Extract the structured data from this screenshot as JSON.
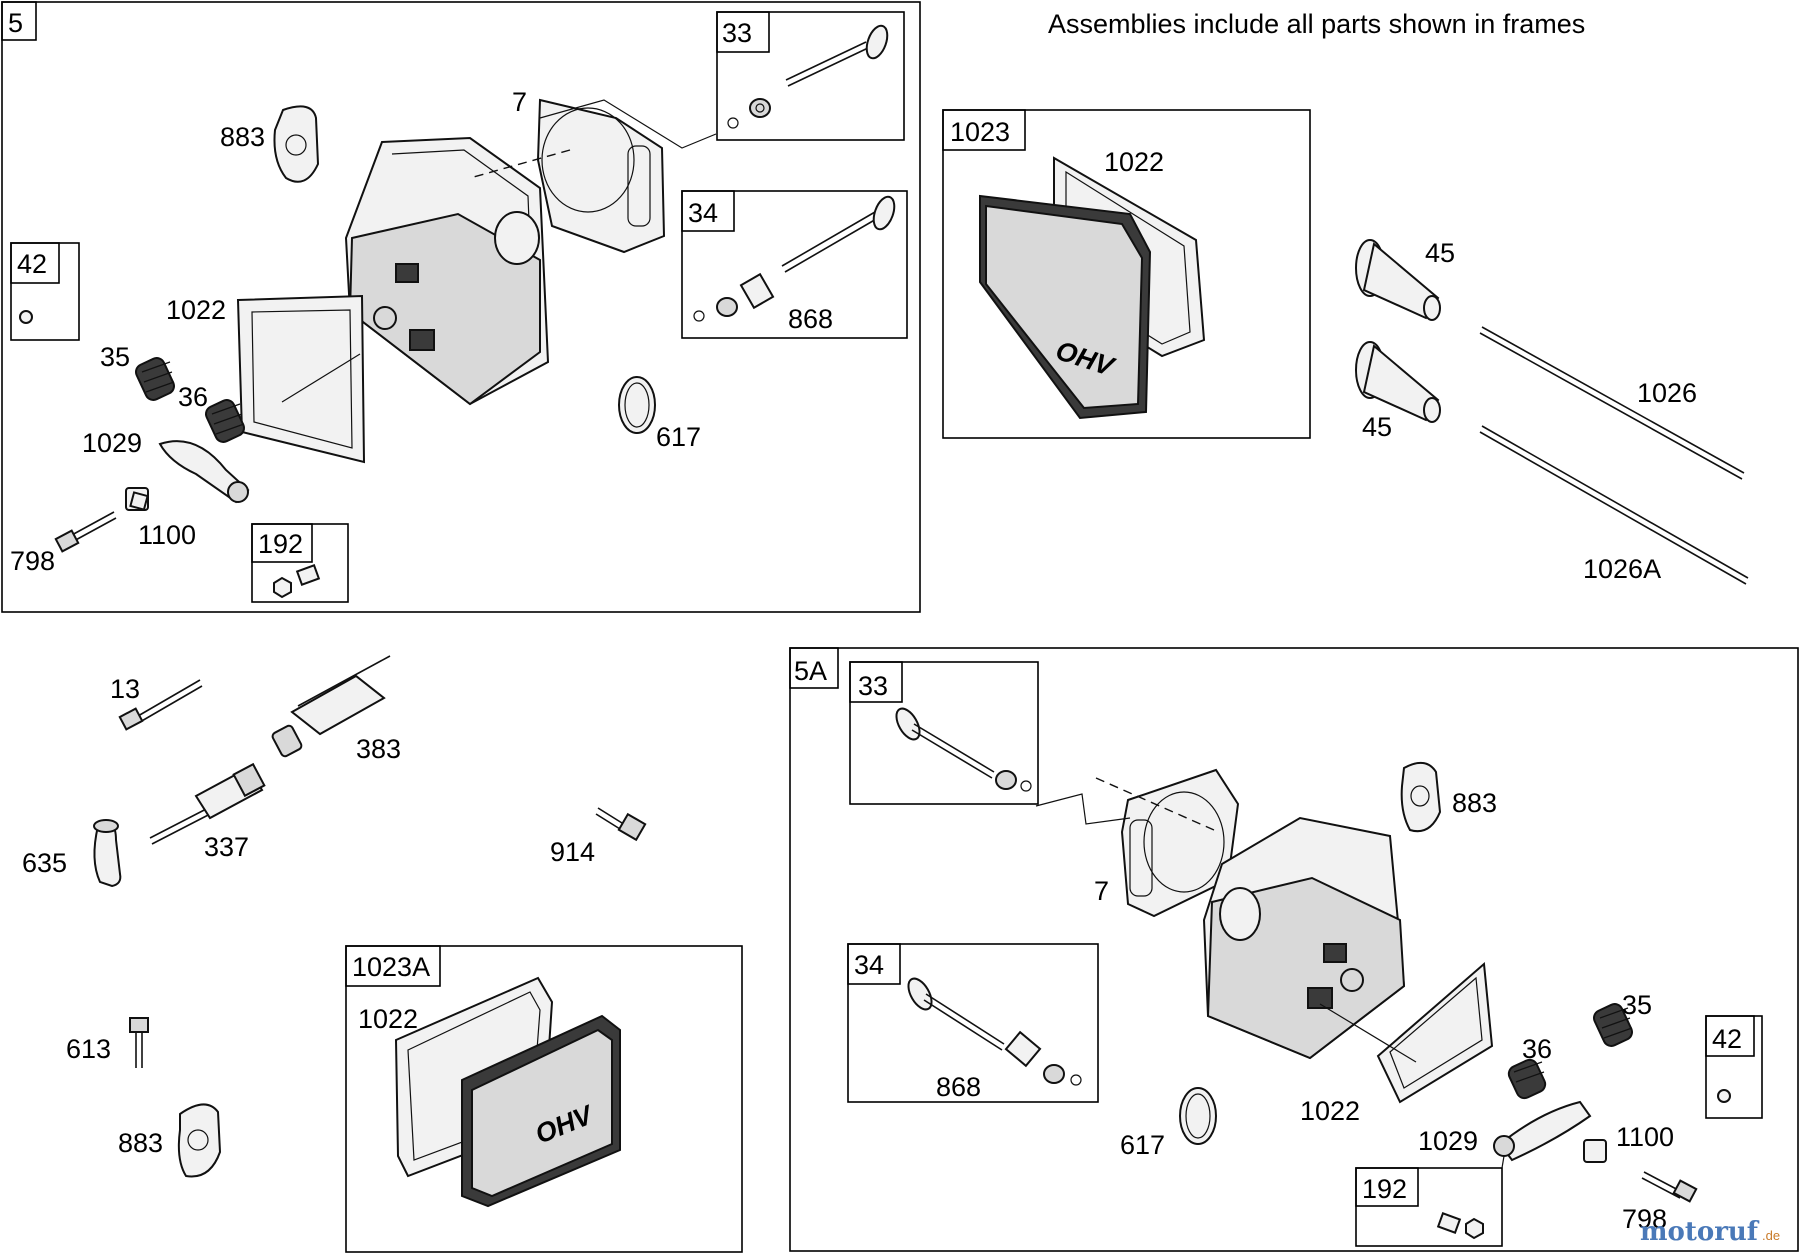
{
  "title_note": "Assemblies include all parts shown in frames",
  "watermark": {
    "brand": "motoruf",
    "tld": ".de"
  },
  "frames": {
    "f5": "5",
    "f33a": "33",
    "f34a": "34",
    "f42a": "42",
    "f192a": "192",
    "f1023": "1023",
    "f1023a": "1023A",
    "f5a": "5A",
    "f33b": "33",
    "f34b": "34",
    "f42b": "42",
    "f192b": "192"
  },
  "labels": {
    "l883a": "883",
    "l7a": "7",
    "l1022a": "1022",
    "l35a": "35",
    "l36a": "36",
    "l1029a": "1029",
    "l798a": "798",
    "l1100a": "1100",
    "l868a": "868",
    "l617a": "617",
    "l1022b": "1022",
    "l45a": "45",
    "l45b": "45",
    "l1026": "1026",
    "l1026a": "1026A",
    "l13": "13",
    "l383": "383",
    "l635": "635",
    "l337": "337",
    "l914": "914",
    "l613": "613",
    "l883b": "883",
    "l1022c": "1022",
    "l883c": "883",
    "l7b": "7",
    "l868b": "868",
    "l617b": "617",
    "l1022d": "1022",
    "l35b": "35",
    "l36b": "36",
    "l1029b": "1029",
    "l1100b": "1100",
    "l798b": "798"
  },
  "cover_logo": "OHV"
}
